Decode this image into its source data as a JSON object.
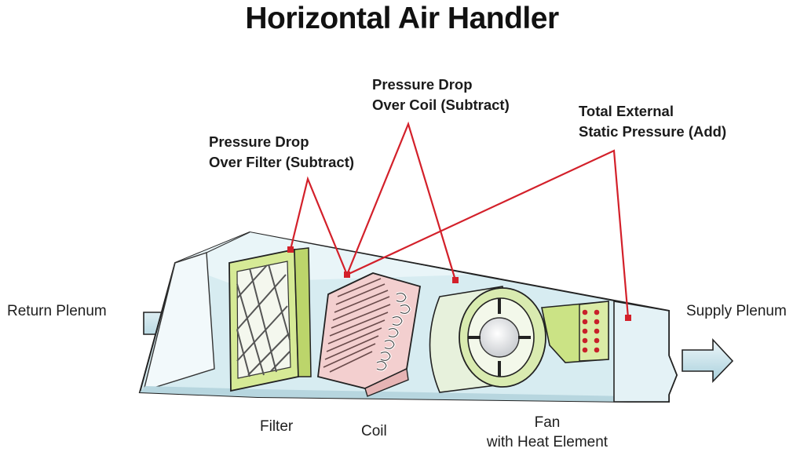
{
  "title": "Horizontal Air Handler",
  "callouts": {
    "filter_drop": {
      "line1": "Pressure Drop",
      "line2": "Over Filter (Subtract)"
    },
    "coil_drop": {
      "line1": "Pressure Drop",
      "line2": "Over Coil (Subtract)"
    },
    "total_external": {
      "line1": "Total External",
      "line2": "Static Pressure (Add)"
    }
  },
  "parts": {
    "return_plenum": "Return Plenum",
    "supply_plenum": "Supply Plenum",
    "filter": "Filter",
    "coil": "Coil",
    "fan_line1": "Fan",
    "fan_line2": "with Heat Element"
  },
  "colors": {
    "callout_line": "#d3202a",
    "cabinet_fill": "#d7ecf1",
    "filter_frame": "#d6ea96",
    "coil_fill": "#f3cfcf",
    "fan_housing": "#d9ebb0",
    "arrow_fill": "#cfe7ee"
  }
}
